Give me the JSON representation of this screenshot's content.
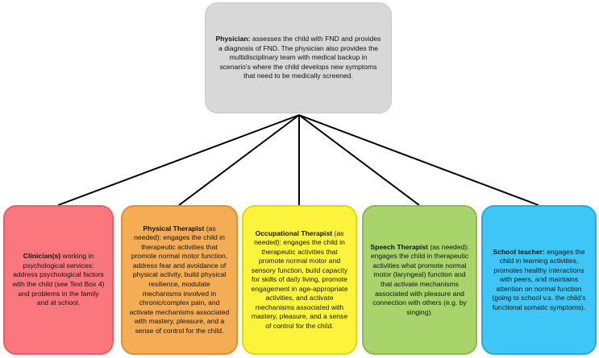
{
  "physician": {
    "title": "Physician:",
    "text": " assesses the child with FND and provides a diagnosis of FND. The physician also provides the multidisciplinary team with medical backup in scenario's where the child develops new symptoms that need to be medically screened."
  },
  "boxes": [
    {
      "title": "Clinician(s)",
      "text": " working in psychological services: address psychological factors with the child (see Text Box 4)  and problems in the family and at school.",
      "color": "#f9777d"
    },
    {
      "title": "Physical Therapist",
      "text": " (as needed): engages the child in therapeutic activities that promote normal motor function, address fear and avoidance of physical activity, build physical resilience, modulate mechanisms involved in chronic/complex pain, and activate mechanisms associated with mastery, pleasure, and a sense of control for the child.",
      "color": "#f5ad55"
    },
    {
      "title": "Occupational Therapist",
      "text": " (as needed): engages the child in therapeutic activities that promote normal motor and sensory function, build capacity for skills of daily living, promote engagement in age-appropriate activities, and activate mechanisms associated with mastery, pleasure, and a sense of control for the child.",
      "color": "#fcf43c"
    },
    {
      "title": "Speech Therapist",
      "text": " (as needed): engages the child in therapeutic activities what promote normal motor (laryngeal) function and that activate mechanisms associated with pleasure and connection with others (e.g. by singing).",
      "color": "#a9d46b"
    },
    {
      "title": "School teacher:",
      "text": " engages the child in learning activities, promotes healthy interactions with peers, and maintains attention on normal function (going to school v.s. the child's functional somatic symptoms).",
      "color": "#3ec6f7"
    }
  ]
}
